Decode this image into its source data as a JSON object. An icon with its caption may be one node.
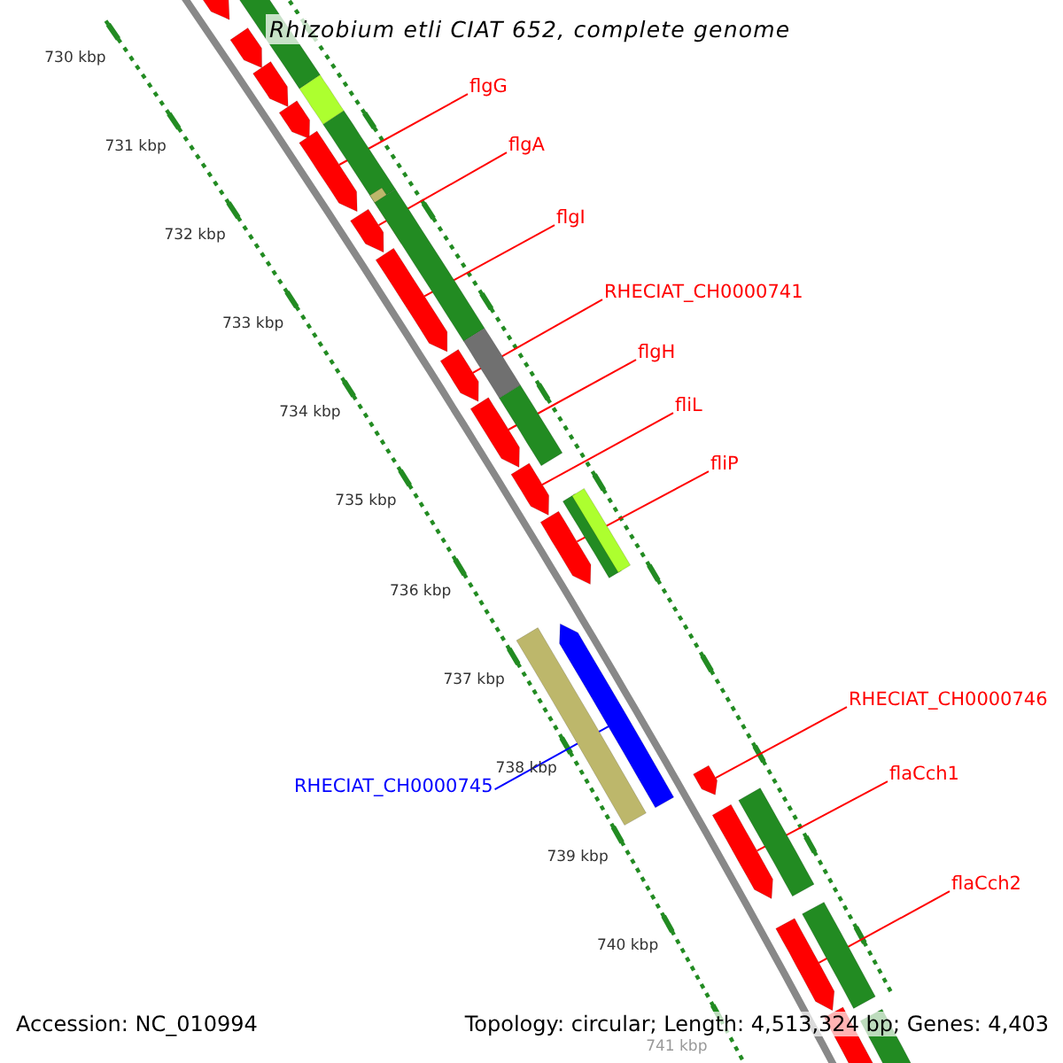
{
  "diagram": {
    "title": "Rhizobium etli CIAT 652, complete genome",
    "nodes": [
      {
        "text": [
          "flgG"
        ]
      },
      {
        "text": [
          "flgA"
        ]
      },
      {
        "text": [
          "flgI"
        ]
      },
      {
        "text": [
          "RHECIAT_CH0000741"
        ]
      },
      {
        "text": [
          "flgH"
        ]
      },
      {
        "text": [
          "fliL"
        ]
      },
      {
        "text": [
          "fliP"
        ]
      },
      {
        "text": [
          "RHECIAT_CH0000746"
        ]
      },
      {
        "text": [
          "flaCch1"
        ]
      },
      {
        "text": [
          "RHECIAT_CH0000745"
        ]
      },
      {
        "text": [
          "flaCch2"
        ]
      },
      {
        "text": [],
        "shape": "bar"
      },
      {
        "text": [],
        "shape": "bar"
      },
      {
        "text": [],
        "shape": "bar"
      },
      {
        "text": [],
        "shape": "bar"
      },
      {
        "text": [],
        "shape": "bar"
      },
      {
        "text": [],
        "shape": "bar"
      },
      {
        "text": [],
        "shape": "bar"
      },
      {
        "text": [],
        "shape": "bar"
      },
      {
        "text": [],
        "shape": "bar"
      },
      {
        "text": [],
        "shape": "bar"
      },
      {
        "text": [],
        "shape": "bar"
      },
      {
        "text": [],
        "shape": "bar"
      },
      {
        "text": [],
        "shape": "bar"
      },
      {
        "text": [],
        "shape": "bar"
      },
      {
        "text": [],
        "shape": "bar"
      },
      {
        "text": [],
        "shape": "bar"
      }
    ],
    "edges": [
      {
        "from": 0,
        "to": 15,
        "arrow": "none"
      },
      {
        "from": 1,
        "to": 16,
        "arrow": "none"
      },
      {
        "from": 2,
        "to": 17,
        "arrow": "none"
      },
      {
        "from": 3,
        "to": 18,
        "arrow": "none"
      },
      {
        "from": 4,
        "to": 19,
        "arrow": "none"
      },
      {
        "from": 5,
        "to": 20,
        "arrow": "none"
      },
      {
        "from": 6,
        "to": 21,
        "arrow": "none"
      },
      {
        "from": 7,
        "to": 23,
        "arrow": "none"
      },
      {
        "from": 8,
        "to": 24,
        "arrow": "none"
      },
      {
        "from": 9,
        "to": 22,
        "arrow": "none",
        "color": "#0000ff"
      },
      {
        "from": 10,
        "to": 25,
        "arrow": "none"
      }
    ],
    "labels": [
      "730 kbp",
      "731 kbp",
      "732 kbp",
      "733 kbp",
      "734 kbp",
      "735 kbp",
      "736 kbp",
      "737 kbp",
      "738 kbp",
      "739 kbp",
      "740 kbp",
      "Accession: NC_010994",
      "Topology: circular; Length: 4,513,324 bp; Genes: 4,403",
      "741 kbp"
    ]
  }
}
